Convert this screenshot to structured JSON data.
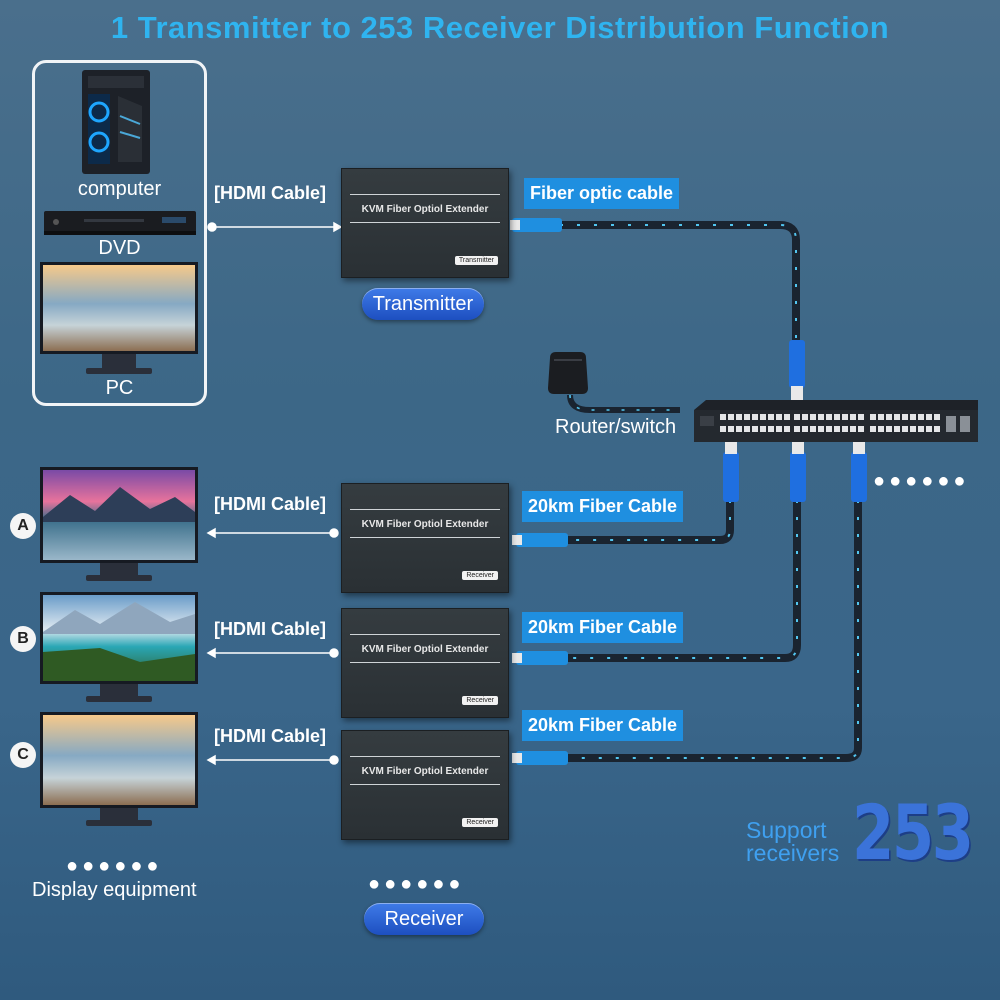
{
  "title": "1 Transmitter to 253 Receiver Distribution Function",
  "sources": [
    "computer",
    "DVD",
    "PC"
  ],
  "hdmi_cable_label": "[HDMI Cable]",
  "transmitter": {
    "model": "KVM Fiber Optiol Extender",
    "tag": "Transmitter",
    "pill": "Transmitter"
  },
  "fiber_optic_label": "Fiber optic cable",
  "router_label": "Router/switch",
  "receivers": [
    {
      "badge": "A",
      "model": "KVM Fiber Optiol Extender",
      "tag": "Receiver",
      "fiber": "20km Fiber Cable"
    },
    {
      "badge": "B",
      "model": "KVM Fiber Optiol Extender",
      "tag": "Receiver",
      "fiber": "20km Fiber Cable"
    },
    {
      "badge": "C",
      "model": "KVM Fiber Optiol Extender",
      "tag": "Receiver",
      "fiber": "20km Fiber Cable"
    }
  ],
  "display_label": "Display equipment",
  "receiver_pill": "Receiver",
  "dots": "●●●●●●",
  "support": {
    "line1": "Support",
    "line2": "receivers",
    "number": "253"
  },
  "colors": {
    "accent": "#2fb4f0",
    "label_bg": "#1f8fe0",
    "pill": "#2a5fd0"
  },
  "icons": [
    "computer-tower-icon",
    "dvd-player-icon",
    "pc-monitor-icon",
    "network-switch-icon",
    "router-icon",
    "fiber-connector-icon"
  ]
}
